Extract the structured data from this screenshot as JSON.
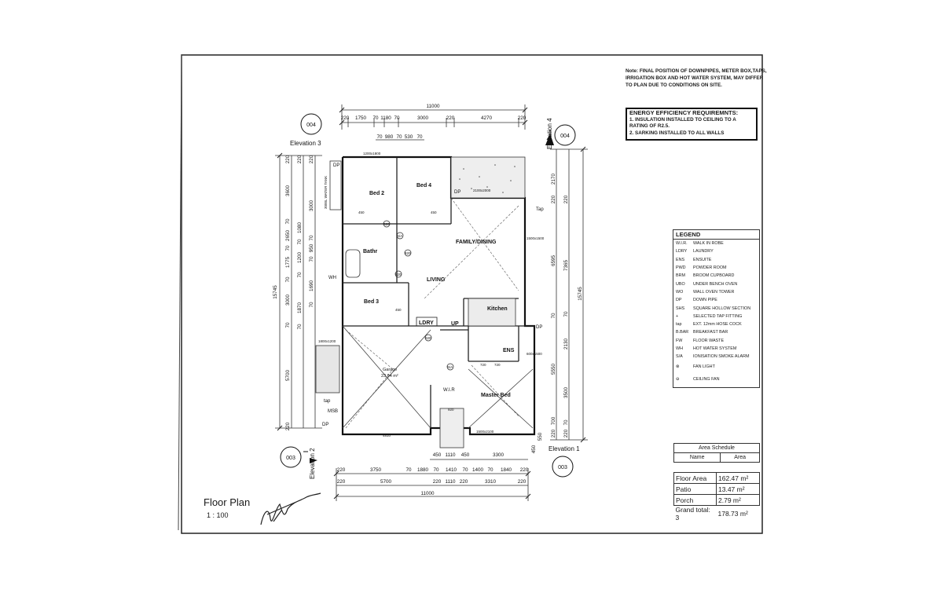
{
  "note": "Note: FINAL POSITION OF DOWNPIPES, METER BOX,TAPS, IRRIGATION BOX AND HOT WATER SYSTEM, MAY DIFFER TO PLAN DUE TO CONDITIONS ON SITE.",
  "energy": {
    "title": "ENERGY EFFICIENCY REQUIREMNTS:",
    "line1": "1. INSULATION INSTALLED TO CEILING TO A RATING OF R2.5.",
    "line2": "2. SARKING INSTALLED TO ALL WALLS"
  },
  "legend": {
    "title": "LEGEND",
    "items": [
      {
        "code": "W.I.R.",
        "desc": "WALK IN ROBE"
      },
      {
        "code": "LDRY",
        "desc": "LAUNDRY"
      },
      {
        "code": "ENS",
        "desc": "ENSUITE"
      },
      {
        "code": "PWD",
        "desc": "POWDER ROOM"
      },
      {
        "code": "BRM",
        "desc": "BROOM CUPBOARD"
      },
      {
        "code": "UBO",
        "desc": "UNDER BENCH OVEN"
      },
      {
        "code": "WO",
        "desc": "WALL OVEN TOWER"
      },
      {
        "code": "DP",
        "desc": "DOWN PIPE"
      },
      {
        "code": "SHS",
        "desc": "SQUARE HOLLOW SECTION"
      },
      {
        "code": "+",
        "desc": "SELECTED TAP FITTING"
      },
      {
        "code": "tap",
        "desc": "EXT. 12mm HOSE COCK"
      },
      {
        "code": "B.BAR",
        "desc": "BREAKFAST BAR"
      },
      {
        "code": "FW",
        "desc": "FLOOR WASTE"
      },
      {
        "code": "WH",
        "desc": "HOT WATER SYSTEM"
      },
      {
        "code": "S/A",
        "desc": "IONISATION SMOKE ALARM"
      },
      {
        "code": "",
        "desc": "FAN LIGHT"
      },
      {
        "code": "",
        "desc": "CEILING FAN"
      }
    ]
  },
  "area_schedule": {
    "title": "Area Schedule",
    "head": [
      "Name",
      "Area"
    ],
    "rows": [
      {
        "name": "Floor Area",
        "area": "162.47 m²"
      },
      {
        "name": "Patio",
        "area": "13.47 m²"
      },
      {
        "name": "Porch",
        "area": "2.79 m²"
      }
    ],
    "grand_label": "Grand total: 3",
    "grand_area": "178.73 m²"
  },
  "plan": {
    "title": "Floor Plan",
    "scale": "1 : 100",
    "rooms": {
      "bed2": "Bed 2",
      "bed4": "Bed 4",
      "bed3": "Bed 3",
      "family": "FAMILY/DINING",
      "living": "LIVING",
      "kitchen": "Kitchen",
      "ldry": "LDRY",
      "bathr": "Bathr",
      "garage": "Garage",
      "garage_area": "23.94 m²",
      "master": "Master Bed",
      "ens": "ENS",
      "up": "UP"
    },
    "elevations": {
      "e1": "Elevation 1",
      "e2": "Elevation 2",
      "e3": "Elevation 3",
      "e4": "Elevation 4",
      "ref_top_left": "004",
      "ref_top_right": "004",
      "ref_bottom_left": "003",
      "ref_bottom_right": "003"
    },
    "dims": {
      "top_total": "11000",
      "top_row": [
        "220",
        "1750",
        "70",
        "1180",
        "70",
        "3000",
        "220",
        "4270",
        "220"
      ],
      "top_row2": [
        "70",
        "980",
        "70",
        "530",
        "70"
      ],
      "bottom_row1": [
        "220",
        "3750",
        "70",
        "1880",
        "70",
        "1410",
        "70",
        "1400",
        "70",
        "1840",
        "220"
      ],
      "bottom_row2": [
        "220",
        "5700",
        "220",
        "1110",
        "220",
        "3310",
        "220"
      ],
      "bottom_total": "11000",
      "bottom_porch": [
        "450",
        "1110",
        "450",
        "3300"
      ],
      "left_total": "15745",
      "left_col1": [
        "220",
        "3600",
        "70",
        "2650",
        "70",
        "1775",
        "70",
        "3000",
        "70",
        "5700",
        "220"
      ],
      "left_col2": [
        "220",
        "1080",
        "70",
        "1200",
        "70",
        "1870",
        "70"
      ],
      "left_col3": [
        "220",
        "3000",
        "70",
        "950",
        "70",
        "1690",
        "70"
      ],
      "right_total": "15745",
      "right_col1": [
        "2170",
        "220",
        "6595",
        "70",
        "5550",
        "700",
        "220"
      ],
      "right_col2": [
        "220",
        "7365",
        "70",
        "2130",
        "3500",
        "70",
        "220"
      ],
      "right_extra": "550",
      "right_extra2": "450"
    },
    "marks": {
      "dp1": "DP",
      "dp2": "DP",
      "dp3": "DP",
      "dp4": "DP",
      "tap1": "Tap",
      "tap2": "tap",
      "wh": "WH",
      "msb": "MSB",
      "wir": "W.I.R",
      "water_tank": "3000L WATER TANK",
      "d_820a": "820",
      "d_820b": "820",
      "d_820c": "820",
      "d_820d": "820",
      "d_720a": "720",
      "d_720b": "720",
      "d_450a": "450",
      "d_450b": "450",
      "d_450c": "450",
      "d_920": "920",
      "d_4810": "4810",
      "sa1": "S/A",
      "sa2": "S/A",
      "w1200": "1200x1800",
      "w1500": "1500x1500",
      "w2100": "2100x2000",
      "w600": "600x1500",
      "w1800": "1800x1200",
      "w1500b": "1500x2100"
    }
  }
}
